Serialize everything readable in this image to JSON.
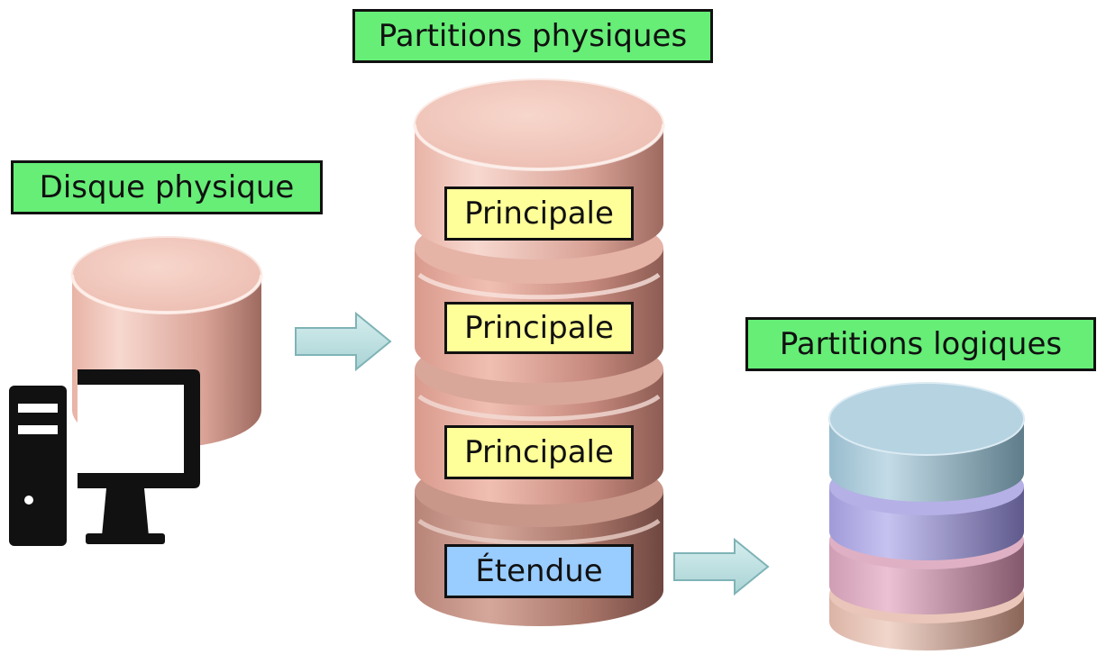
{
  "labels": {
    "physical_disk": "Disque physique",
    "physical_partitions": "Partitions physiques",
    "logical_partitions": "Partitions logiques"
  },
  "partitions": [
    {
      "label": "Principale"
    },
    {
      "label": "Principale"
    },
    {
      "label": "Principale"
    },
    {
      "label": "Étendue"
    }
  ],
  "colors": {
    "label_green": "#66ee77",
    "primary_yellow": "#ffff99",
    "extended_blue": "#99ccff",
    "disk_pink": "#f2c4b8",
    "arrow_fill": "#bfe3e3",
    "logical_layers": [
      "#b4d4e6",
      "#b8b4ea",
      "#e2b6cc",
      "#eccbbf"
    ]
  },
  "icons": [
    "computer-icon",
    "arrow-right-icon"
  ]
}
